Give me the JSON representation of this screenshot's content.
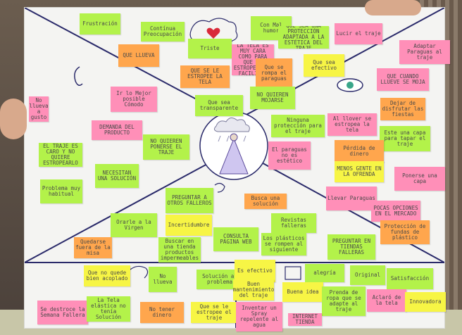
{
  "notes": [
    {
      "text": "Frustración",
      "color": "g"
    },
    {
      "text": "Contínua Preocupación",
      "color": "g"
    },
    {
      "text": "Triste",
      "color": "g"
    },
    {
      "text": "Con Mal humor",
      "color": "g"
    },
    {
      "text": "QUE SEA UNA PROTECCIÓN ADAPTADA A LA ESTÉTICA DEL TRAJE",
      "color": "g"
    },
    {
      "text": "Lucir el traje",
      "color": "p"
    },
    {
      "text": "Adaptar Paraguas al traje",
      "color": "p"
    },
    {
      "text": "QUE LLUEVA",
      "color": "o"
    },
    {
      "text": "LA TELA ES MUY CARA COMO PARA QUE SE ESTROPEE CON FACILIDAD",
      "color": "p"
    },
    {
      "text": "QUE SE LE ESTROPEE LA TELA",
      "color": "o"
    },
    {
      "text": "Que se rompa el paraguas",
      "color": "o"
    },
    {
      "text": "Que sea efectivo",
      "color": "y"
    },
    {
      "text": "QUE CUANDO LLUEVE SE MOJA",
      "color": "p"
    },
    {
      "text": "Ir lo Mejor posible Cómodo",
      "color": "p"
    },
    {
      "text": "Que sea transparente",
      "color": "g"
    },
    {
      "text": "NO QUIEREN MOJARSE",
      "color": "g"
    },
    {
      "text": "Dejar de disfrutar las fiestas",
      "color": "o"
    },
    {
      "text": "DEMANDA DEL PRODUCTO",
      "color": "p"
    },
    {
      "text": "Ninguna protección para el traje",
      "color": "g"
    },
    {
      "text": "Al llover se estropea la tela",
      "color": "p"
    },
    {
      "text": "Este una capa para tapar el traje",
      "color": "g"
    },
    {
      "text": "EL TRAJE ES CARO Y NO QUIERE ESTROPEARLO",
      "color": "g"
    },
    {
      "text": "NO QUIEREN PONERSE EL TRAJE",
      "color": "g"
    },
    {
      "text": "El paraguas no es estético",
      "color": "p"
    },
    {
      "text": "Pérdida de dinero",
      "color": "o"
    },
    {
      "text": "NECESITAN UNA SOLUCIÓN",
      "color": "g"
    },
    {
      "text": "MENOS GENTE EN LA OFRENDA",
      "color": "y"
    },
    {
      "text": "Ponerse una capa",
      "color": "p"
    },
    {
      "text": "Problema muy habitual",
      "color": "g"
    },
    {
      "text": "PREGUNTAR A OTROS FALLEROS",
      "color": "g"
    },
    {
      "text": "Busca una solución",
      "color": "o"
    },
    {
      "text": "Llevar Paraguas",
      "color": "p"
    },
    {
      "text": "POCAS OPCIONES EN EL MERCADO",
      "color": "p"
    },
    {
      "text": "Revistas falleras",
      "color": "g"
    },
    {
      "text": "Orarle a la Virgen",
      "color": "g"
    },
    {
      "text": "Incertidumbre",
      "color": "y"
    },
    {
      "text": "Protección de fundas de plástico",
      "color": "o"
    },
    {
      "text": "CONSULTA PÁGINA WEB",
      "color": "g"
    },
    {
      "text": "Los plásticos se rompen al siguiente",
      "color": "g"
    },
    {
      "text": "PREGUNTAR EN TIENDAS FALLERAS",
      "color": "g"
    },
    {
      "text": "Quedarse fuera de la misa",
      "color": "o"
    },
    {
      "text": "Buscar en una tienda productos impermeables",
      "color": "g"
    },
    {
      "text": "Que no quede bien acoplado",
      "color": "y"
    },
    {
      "text": "No llueva",
      "color": "g"
    },
    {
      "text": "Solución al problema",
      "color": "g"
    },
    {
      "text": "Es efectivo",
      "color": "y"
    },
    {
      "text": "alegría",
      "color": "g"
    },
    {
      "text": "Original",
      "color": "g"
    },
    {
      "text": "Satisfacción",
      "color": "g"
    },
    {
      "text": "Buen mantenimiento del traje",
      "color": "y"
    },
    {
      "text": "Buena idea",
      "color": "y"
    },
    {
      "text": "Prenda de ropa que se adapte al traje",
      "color": "g"
    },
    {
      "text": "Aclaró de la tela",
      "color": "p"
    },
    {
      "text": "Innovadora",
      "color": "y"
    },
    {
      "text": "Se destroce la Semana Fallera",
      "color": "p"
    },
    {
      "text": "La Tela elástica no tenía Solución",
      "color": "g"
    },
    {
      "text": "No tener dinero",
      "color": "o"
    },
    {
      "text": "Que se le estropee el traje",
      "color": "y"
    },
    {
      "text": "Inventar un Spray repelente al agua",
      "color": "p"
    },
    {
      "text": "INTERNET TIENDA",
      "color": "p"
    },
    {
      "text": "No llueva a gusto",
      "color": "p"
    }
  ],
  "colors": {
    "g": "#b3f24a",
    "o": "#ffa64d",
    "p": "#ff8fb8",
    "y": "#f7f545"
  }
}
